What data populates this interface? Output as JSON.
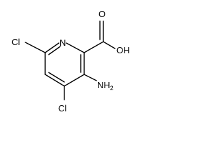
{
  "molecule": {
    "atoms": {
      "ring_nitrogen": "N",
      "carboxyl_oxygen": "O",
      "hydroxyl": "OH",
      "amino": "NH2",
      "chlorine_c6": "Cl",
      "chlorine_c4": "Cl"
    },
    "colors": {
      "bond": "#000000",
      "label": "#000000",
      "background": "#ffffff"
    }
  }
}
